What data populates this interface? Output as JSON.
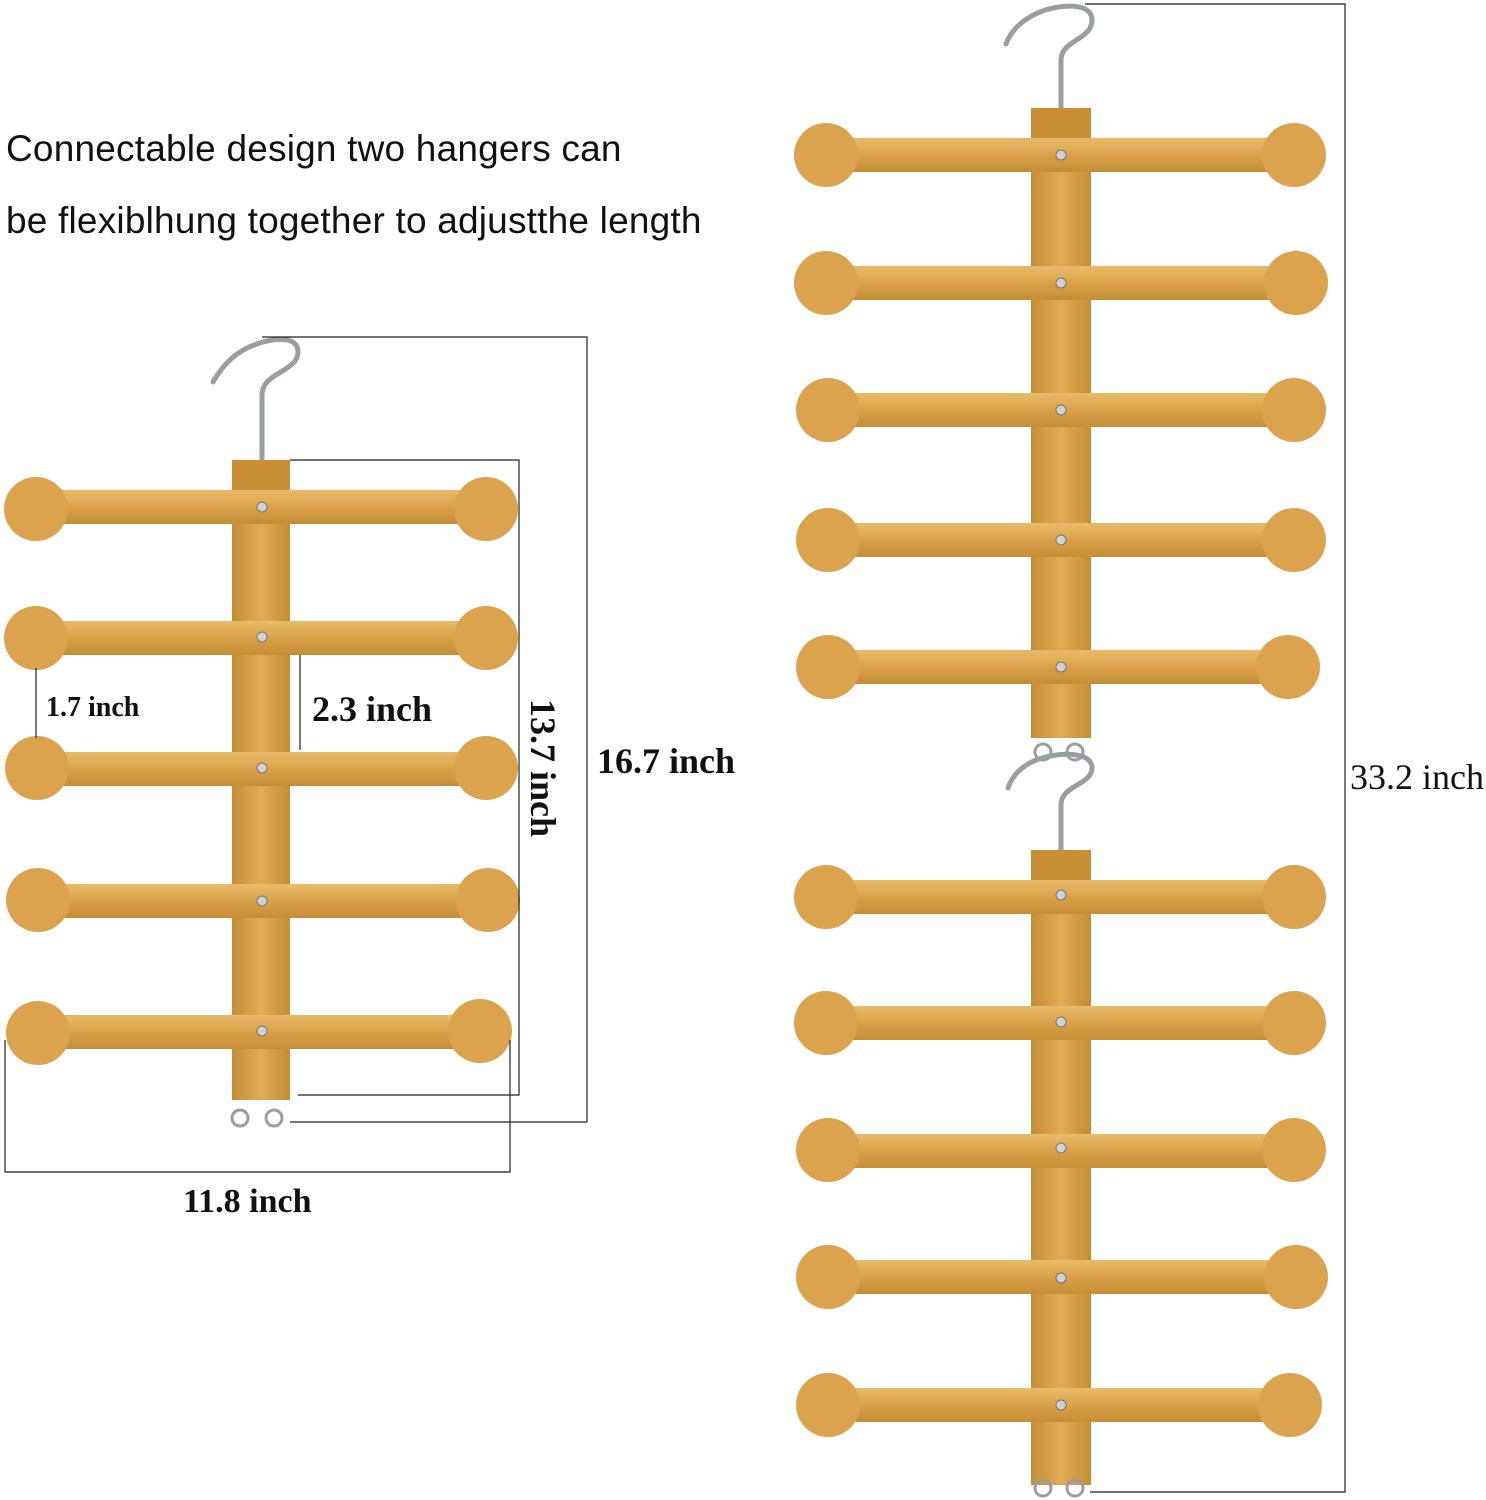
{
  "headline": {
    "line1": "Connectable design two hangers can",
    "line2": "be flexiblhung together to adjustthe length"
  },
  "dimensions": {
    "rung_gap": "1.7 inch",
    "arm_length": "2.3 inch",
    "bar_height": "13.7 inch",
    "total_height": "16.7 inch",
    "width": "11.8 inch",
    "connected_height": "33.2 inch"
  },
  "colors": {
    "wood": "#d9a24a",
    "wood_light": "#e6b866",
    "wood_dark": "#b8802c",
    "metal": "#9a9ea3",
    "line": "#222222"
  }
}
